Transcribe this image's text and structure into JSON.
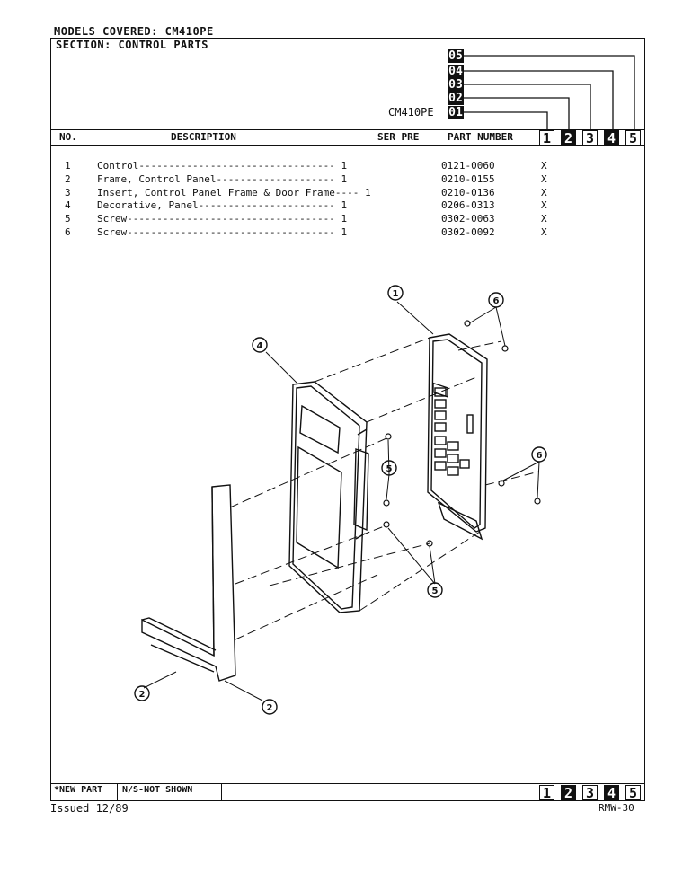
{
  "header": {
    "models_covered": "MODELS COVERED: CM410PE",
    "section": "SECTION: CONTROL PARTS",
    "model_label": "CM410PE",
    "model_columns": [
      "05",
      "04",
      "03",
      "02",
      "01"
    ]
  },
  "table": {
    "columns": {
      "no": "NO.",
      "description": "DESCRIPTION",
      "ser_pre": "SER PRE",
      "part_number": "PART NUMBER"
    },
    "col_numbers": [
      "1",
      "2",
      "3",
      "4",
      "5"
    ],
    "rows": [
      {
        "no": "1",
        "desc": "Control--------------------------------- 1",
        "part": "0121-0060",
        "mark": "X"
      },
      {
        "no": "2",
        "desc": "Frame, Control Panel-------------------- 1",
        "part": "0210-0155",
        "mark": "X"
      },
      {
        "no": "3",
        "desc": "Insert, Control Panel Frame & Door Frame---- 1",
        "part": "0210-0136",
        "mark": "X"
      },
      {
        "no": "4",
        "desc": "Decorative, Panel----------------------- 1",
        "part": "0206-0313",
        "mark": "X"
      },
      {
        "no": "5",
        "desc": "Screw----------------------------------- 1",
        "part": "0302-0063",
        "mark": "X"
      },
      {
        "no": "6",
        "desc": "Screw----------------------------------- 1",
        "part": "0302-0092",
        "mark": "X"
      }
    ]
  },
  "diagram": {
    "callouts": [
      "1",
      "6",
      "4",
      "5",
      "6",
      "5",
      "2",
      "2"
    ]
  },
  "footer": {
    "new_part": "*NEW PART",
    "not_shown": "N/S-NOT SHOWN",
    "issued": "Issued 12/89",
    "page_code": "RMW-30"
  }
}
